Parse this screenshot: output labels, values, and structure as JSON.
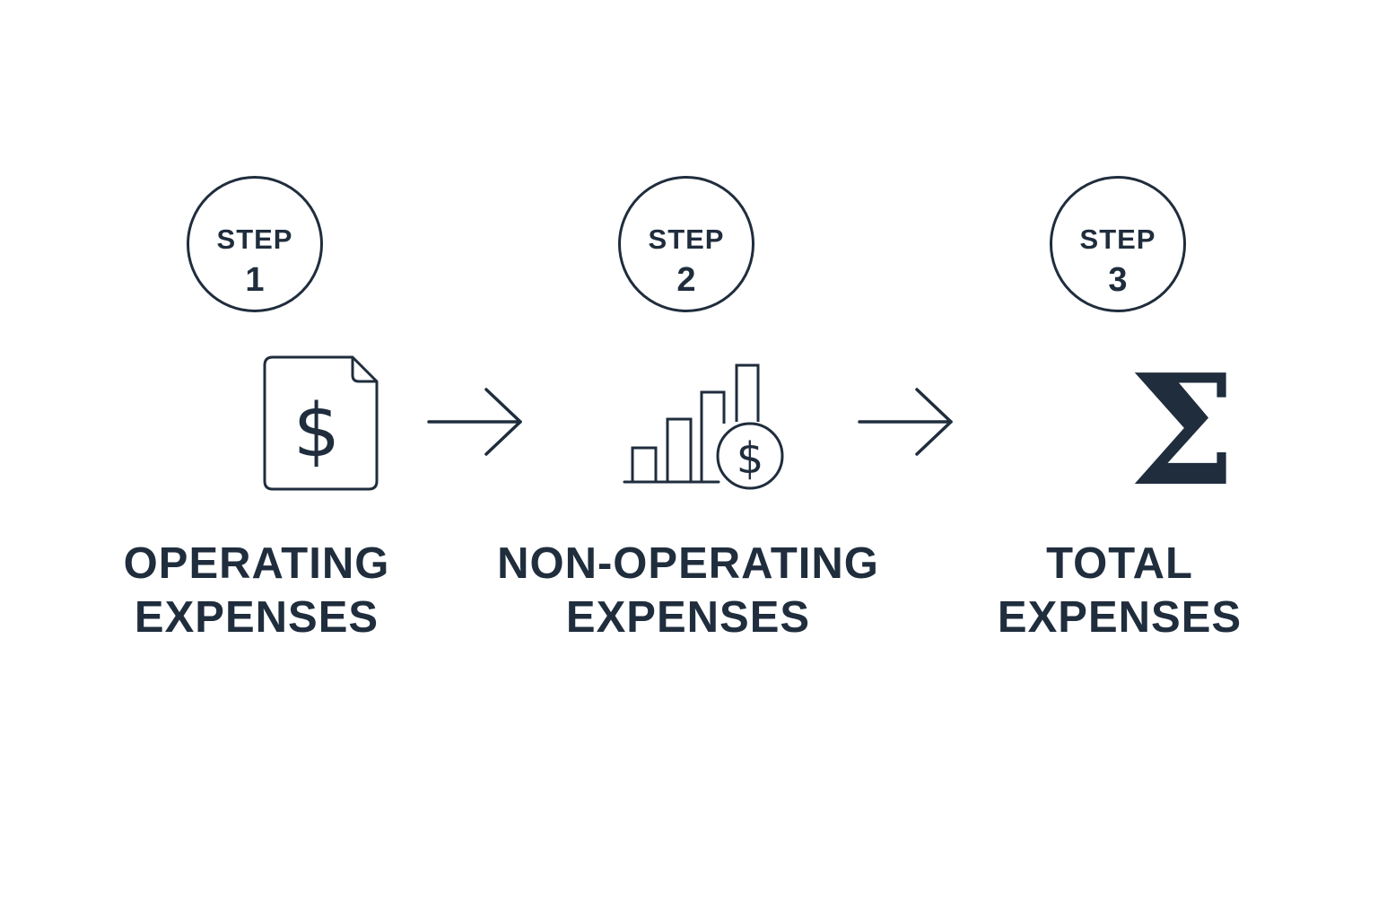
{
  "steps": [
    {
      "badge_word": "STEP",
      "badge_number": "1",
      "icon": "dollar-document-icon",
      "label_line1": "OPERATING",
      "label_line2": "EXPENSES"
    },
    {
      "badge_word": "STEP",
      "badge_number": "2",
      "icon": "bar-chart-dollar-coin-icon",
      "label_line1": "NON-OPERATING",
      "label_line2": "EXPENSES"
    },
    {
      "badge_word": "STEP",
      "badge_number": "3",
      "icon": "sigma-sum-icon",
      "label_line1": "TOTAL",
      "label_line2": "EXPENSES"
    }
  ],
  "icon_glyphs": {
    "dollar": "$",
    "sigma": "Σ"
  },
  "colors": {
    "ink": "#1f2d3d",
    "background": "#ffffff"
  }
}
